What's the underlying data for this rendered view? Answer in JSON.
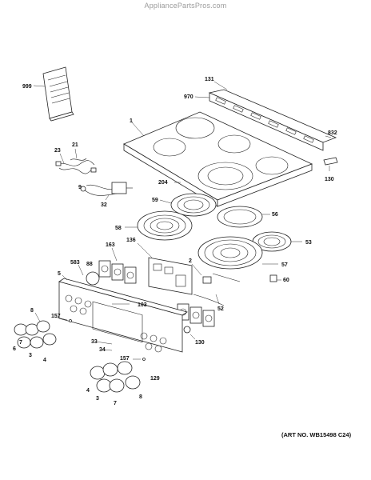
{
  "header": {
    "watermark": "AppliancePartsPros.com"
  },
  "footer": {
    "art_number": "(ART NO. WB15498 C24)"
  },
  "part_labels": {
    "p999": "999",
    "p131": "131",
    "p970": "970",
    "p1": "1",
    "p832": "832",
    "p23": "23",
    "p21": "21",
    "p204": "204",
    "p130a": "130",
    "p9": "9",
    "p32": "32",
    "p59": "59",
    "p56": "56",
    "p58": "58",
    "p53": "53",
    "p163": "163",
    "p136": "136",
    "p583": "583",
    "p88": "88",
    "p2": "2",
    "p57": "57",
    "p60": "60",
    "p5": "5",
    "p52": "52",
    "p103": "103",
    "p8a": "8",
    "p157a": "157",
    "p6": "6",
    "p3a": "3",
    "p7a": "7",
    "p4a": "4",
    "p130b": "130",
    "p33": "33",
    "p34": "34",
    "p157b": "157",
    "p129": "129",
    "p4b": "4",
    "p3b": "3",
    "p7b": "7",
    "p8b": "8"
  }
}
